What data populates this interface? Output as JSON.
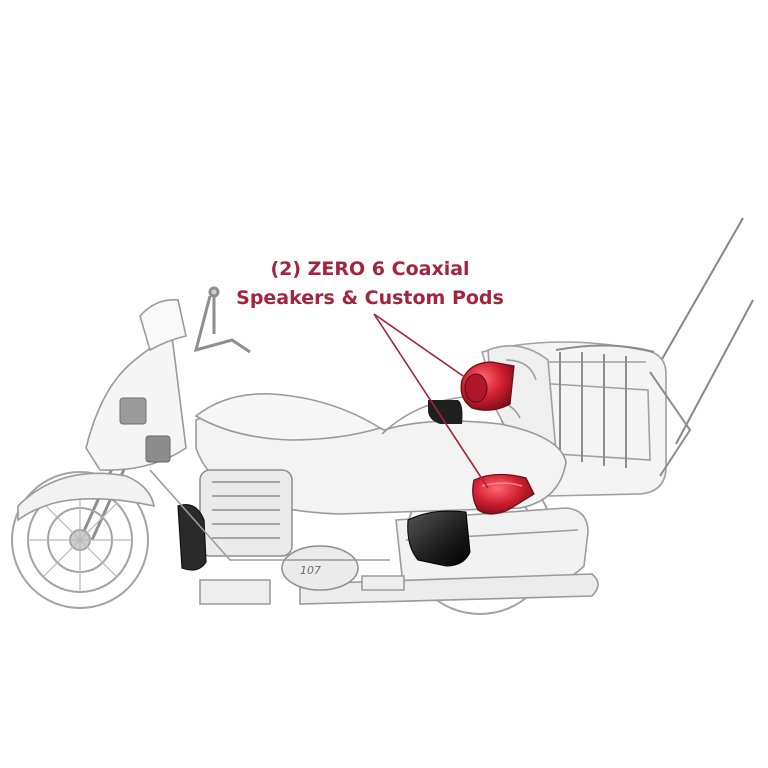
{
  "callout": {
    "line1": "(2) ZERO 6 Coaxial",
    "line2": "Speakers & Custom Pods"
  },
  "colors": {
    "callout_text": "#a3243b",
    "pointer_line": "#a3243b",
    "speaker_pod": "#d11f30",
    "lower_pod": "#1b1b1b",
    "outline": "#9a9a9a",
    "body_fill": "#f3f3f3"
  },
  "diagram": {
    "subject": "touring-motorcycle-xray-illustration",
    "highlighted_components": [
      "upper-speaker-pod",
      "saddlebag-speaker-pod"
    ]
  }
}
